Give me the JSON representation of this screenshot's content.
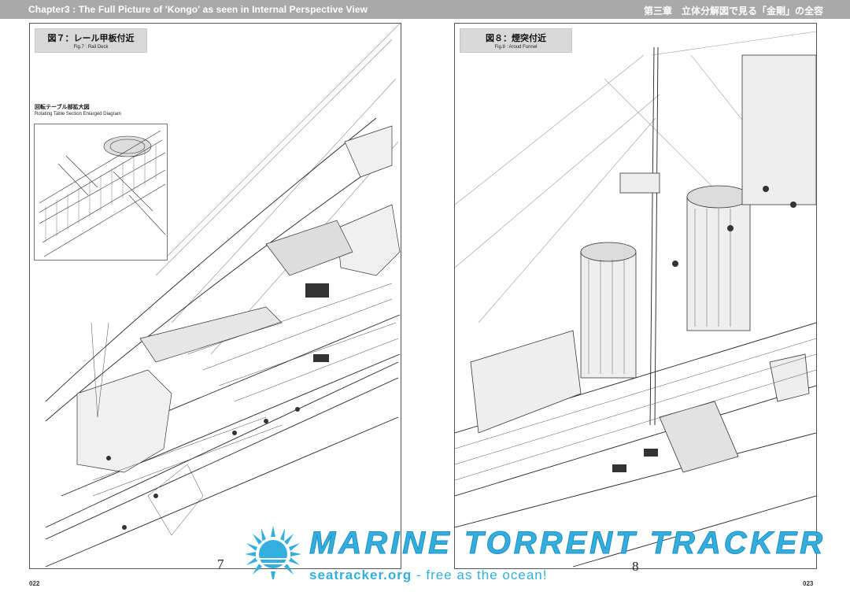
{
  "header": {
    "left_title": "Chapter3 : The Full Picture of 'Kongo' as seen in Internal Perspective View",
    "right_title": "第三章　立体分解図で見る「金剛」の全容"
  },
  "left_page": {
    "fig_label_jp": "図７：レール甲板付近",
    "fig_label_en": "Fig.7 : Rail Deck",
    "inset_title_jp": "回転テーブル部拡大図",
    "inset_title_en": "Rotating Table Section Enlarged Diagram",
    "page_number": "022",
    "big_number": "7"
  },
  "right_page": {
    "fig_label_jp": "図８：煙突付近",
    "fig_label_en": "Fig.8 : Aroud Funnel",
    "page_number": "023",
    "big_number": "8"
  },
  "watermark": {
    "title": "MARINE TORRENT TRACKER",
    "site": "seatracker.org",
    "tagline": " - free as the ocean!",
    "color": "#33aede"
  }
}
